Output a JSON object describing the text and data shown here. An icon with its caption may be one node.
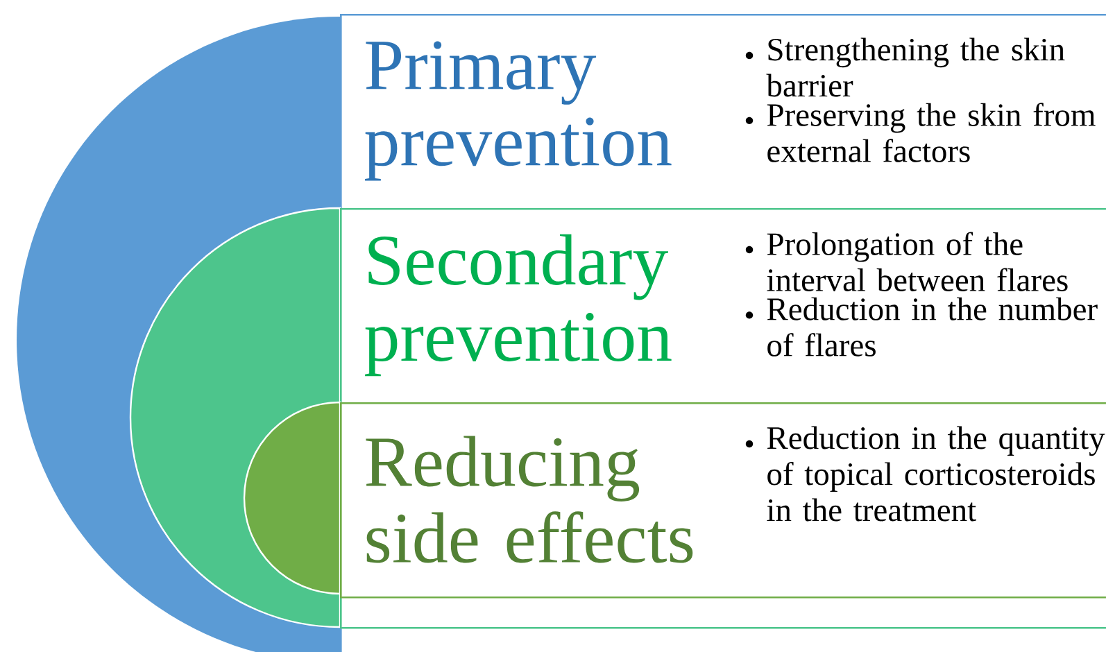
{
  "diagram": {
    "nodes": [
      {
        "text": [
          "Primary prevention",
          "Strengthening the skin barrier",
          "Preserving the skin from external factors"
        ]
      },
      {
        "text": [
          "Secondary prevention",
          "Prolongation of the interval between flares",
          "Reduction in the number of flares"
        ],
        "in": 0
      },
      {
        "text": [
          "Reducing side effects",
          "Reduction in the quantity of topical corticosteroids in the treatment"
        ],
        "in": 1
      }
    ]
  }
}
